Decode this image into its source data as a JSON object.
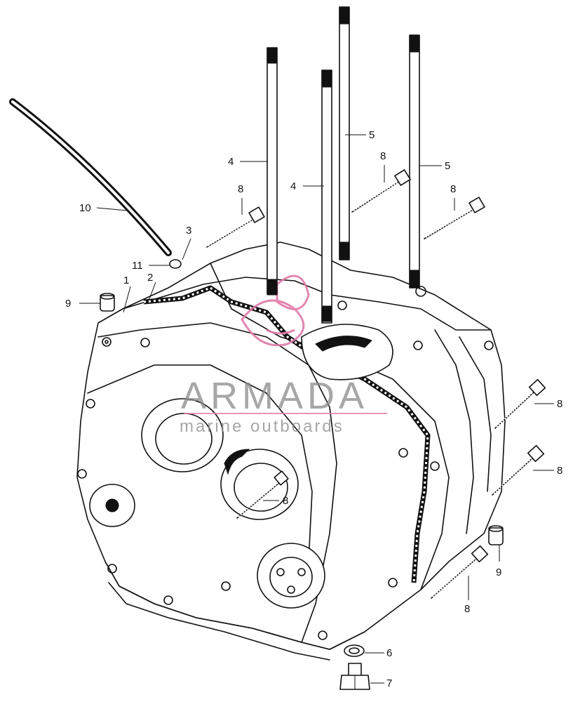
{
  "callouts": [
    {
      "id": "c1",
      "text": "1"
    },
    {
      "id": "c2",
      "text": "2"
    },
    {
      "id": "c3",
      "text": "3"
    },
    {
      "id": "c4a",
      "text": "4"
    },
    {
      "id": "c4b",
      "text": "4"
    },
    {
      "id": "c5a",
      "text": "5"
    },
    {
      "id": "c5b",
      "text": "5"
    },
    {
      "id": "c6",
      "text": "6"
    },
    {
      "id": "c7",
      "text": "7"
    },
    {
      "id": "c8a",
      "text": "8"
    },
    {
      "id": "c8b",
      "text": "8"
    },
    {
      "id": "c8c",
      "text": "8"
    },
    {
      "id": "c8d",
      "text": "8"
    },
    {
      "id": "c8e",
      "text": "8"
    },
    {
      "id": "c8f",
      "text": "8"
    },
    {
      "id": "c8g",
      "text": "8"
    },
    {
      "id": "c9a",
      "text": "9"
    },
    {
      "id": "c9b",
      "text": "9"
    },
    {
      "id": "c10",
      "text": "10"
    },
    {
      "id": "c11",
      "text": "11"
    }
  ],
  "watermark": {
    "brand": "ARMADA",
    "tagline": "marine outboards",
    "text_color": "#8a8a8a",
    "logo_color": "#e07aa8"
  },
  "colors": {
    "line_art": "#111111",
    "background": "#ffffff"
  }
}
